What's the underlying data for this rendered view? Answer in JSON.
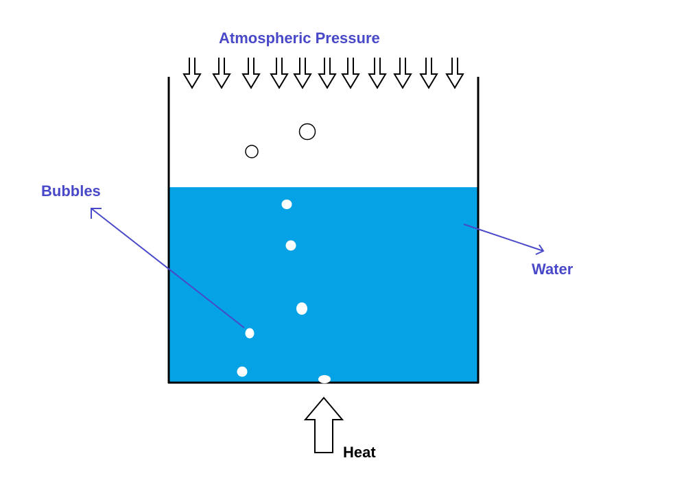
{
  "labels": {
    "atmospheric_pressure": "Atmospheric Pressure",
    "bubbles": "Bubbles",
    "water": "Water",
    "heat": "Heat"
  },
  "colors": {
    "water": "#05a2e6",
    "label": "#4848c8",
    "outline": "#000000",
    "bubble": "#ffffff"
  },
  "icons": {
    "pressure_arrow": "down-arrow-icon",
    "heat_arrow": "up-arrow-icon"
  }
}
